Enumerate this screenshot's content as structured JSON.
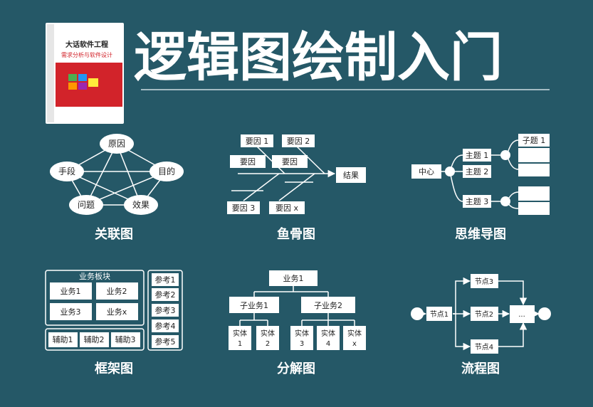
{
  "header": {
    "title": "逻辑图绘制入门",
    "book": {
      "line1": "大话软件工程",
      "line2": "需求分析与软件设计"
    }
  },
  "association": {
    "label": "关联图",
    "nodes": [
      "原因",
      "手段",
      "目的",
      "问题",
      "效果"
    ]
  },
  "fishbone": {
    "label": "鱼骨图",
    "causes": [
      "要因 1",
      "要因 2",
      "要因",
      "要因",
      "要因 3",
      "要因 x"
    ],
    "result": "结果"
  },
  "mindmap": {
    "label": "思维导图",
    "center": "中心",
    "topics": [
      "主题 1",
      "主题 2",
      "主题 3"
    ],
    "subtopic": "子题 1"
  },
  "framework": {
    "label": "框架图",
    "group_title": "业务板块",
    "business": [
      "业务1",
      "业务2",
      "业务3",
      "业务x"
    ],
    "auxiliary": [
      "辅助1",
      "辅助2",
      "辅助3"
    ],
    "references": [
      "参考1",
      "参考2",
      "参考3",
      "参考4",
      "参考5"
    ]
  },
  "decomposition": {
    "label": "分解图",
    "root": "业务1",
    "children": [
      "子业务1",
      "子业务2"
    ],
    "entities": [
      {
        "line1": "实体",
        "line2": "1"
      },
      {
        "line1": "实体",
        "line2": "2"
      },
      {
        "line1": "实体",
        "line2": "3"
      },
      {
        "line1": "实体",
        "line2": "4"
      },
      {
        "line1": "实体",
        "line2": "x"
      }
    ]
  },
  "flowchart": {
    "label": "流程图",
    "nodes": [
      "节点1",
      "节点3",
      "节点2",
      "节点4",
      "..."
    ]
  }
}
